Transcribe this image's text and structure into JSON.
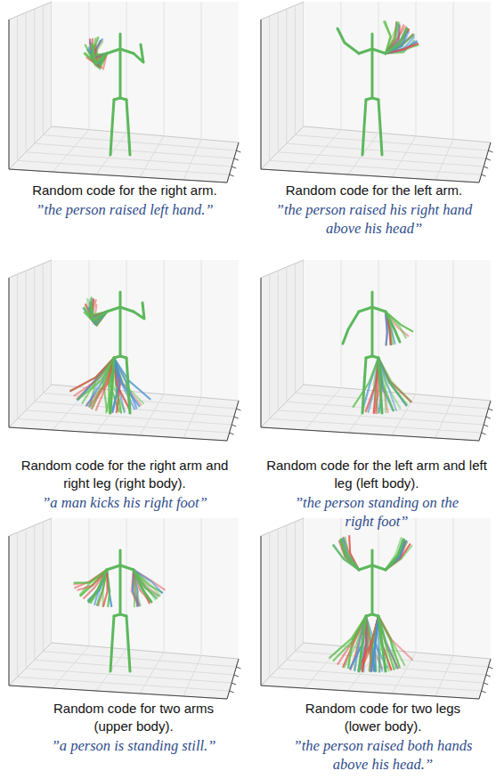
{
  "diagram": {
    "labels": [
      "Random code for the right arm.",
      "”the person raised left hand.”",
      "Random code for the left arm.",
      "”the person raised his right hand above his head”",
      "Random code for the right arm and right leg (right body).",
      "”a man kicks his right foot”",
      "Random code for the left arm and left leg (left body).",
      "”the person standing on the right foot”",
      "Random code for two arms (upper body).",
      "”a person is standing still.”",
      "Random code for two legs (lower body).",
      "”the person raised both hands above his head.”"
    ]
  }
}
